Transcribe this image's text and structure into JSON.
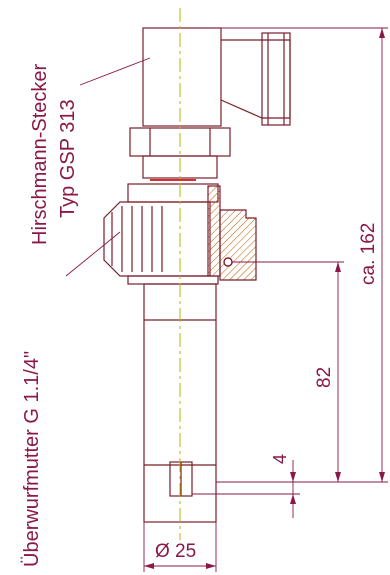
{
  "colors": {
    "outline": "#7a1f2b",
    "label": "#8a1848",
    "dimension": "#8a1848",
    "centerline": "#b7b700",
    "hatch": "#c05800",
    "accent": "#d43030",
    "background": "#ffffff"
  },
  "labels": {
    "connector_line1": "Hirschmann-Stecker",
    "connector_line2": "Typ GSP 313",
    "nut": "Überwurfmutter G 1.1/4\""
  },
  "dimensions": {
    "overall": "ca. 162",
    "to_seal": "82",
    "tip": "4",
    "diameter": "Ø 25"
  }
}
